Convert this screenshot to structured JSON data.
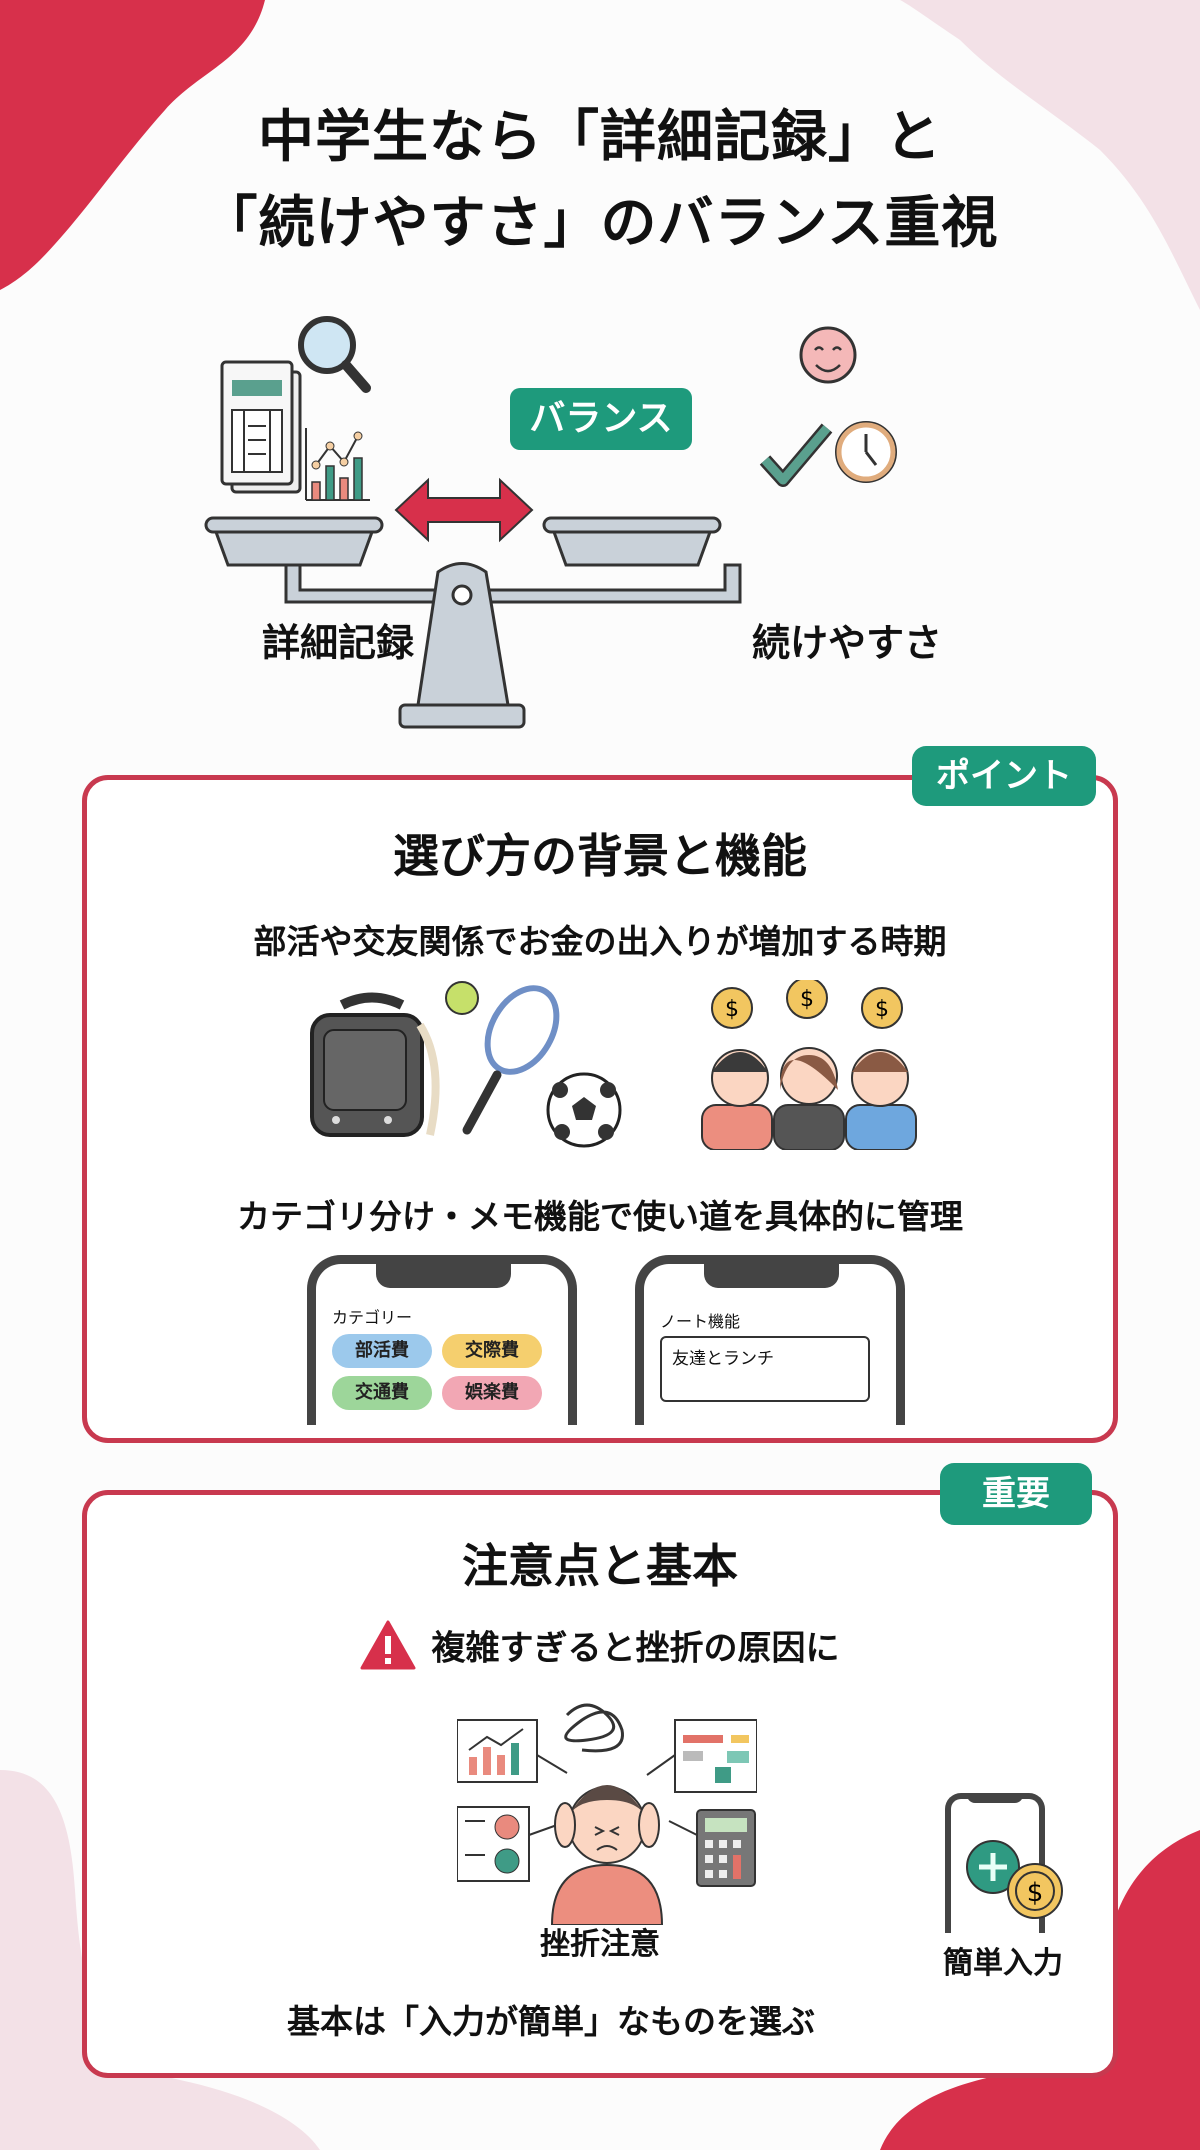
{
  "title": {
    "line1": "中学生なら「詳細記録」と",
    "line2": "「続けやすさ」のバランス重視"
  },
  "scale": {
    "badge": "バランス",
    "left_label": "詳細記録",
    "right_label": "続けやすさ",
    "left_icons": [
      "spreadsheet-icon",
      "magnifier-icon",
      "chart-icon"
    ],
    "right_icons": [
      "smile-icon",
      "check-icon",
      "clock-icon"
    ]
  },
  "card1": {
    "tag": "ポイント",
    "heading": "選び方の背景と機能",
    "sub1": "部活や交友関係でお金の出入りが増加する時期",
    "sub2": "カテゴリ分け・メモ機能で使い道を具体的に管理",
    "phone_left": {
      "label": "カテゴリー",
      "chips": [
        {
          "label": "部活費",
          "color": "#9cc9ec"
        },
        {
          "label": "交際費",
          "color": "#f5cf6e"
        },
        {
          "label": "交通費",
          "color": "#9dd69a"
        },
        {
          "label": "娯楽費",
          "color": "#f2a7b4"
        }
      ]
    },
    "phone_right": {
      "label": "ノート機能",
      "note": "友達とランチ"
    }
  },
  "card2": {
    "tag": "重要",
    "heading": "注意点と基本",
    "warning": "複雑すぎると挫折の原因に",
    "illus_caption": "挫折注意",
    "bottom": "基本は「入力が簡単」なものを選ぶ",
    "phone_caption": "簡単入力"
  },
  "colors": {
    "accent_red": "#d7304b",
    "teal": "#1e9a7c",
    "pink_blob": "#f3e1e7",
    "card_border": "#c8394f"
  }
}
